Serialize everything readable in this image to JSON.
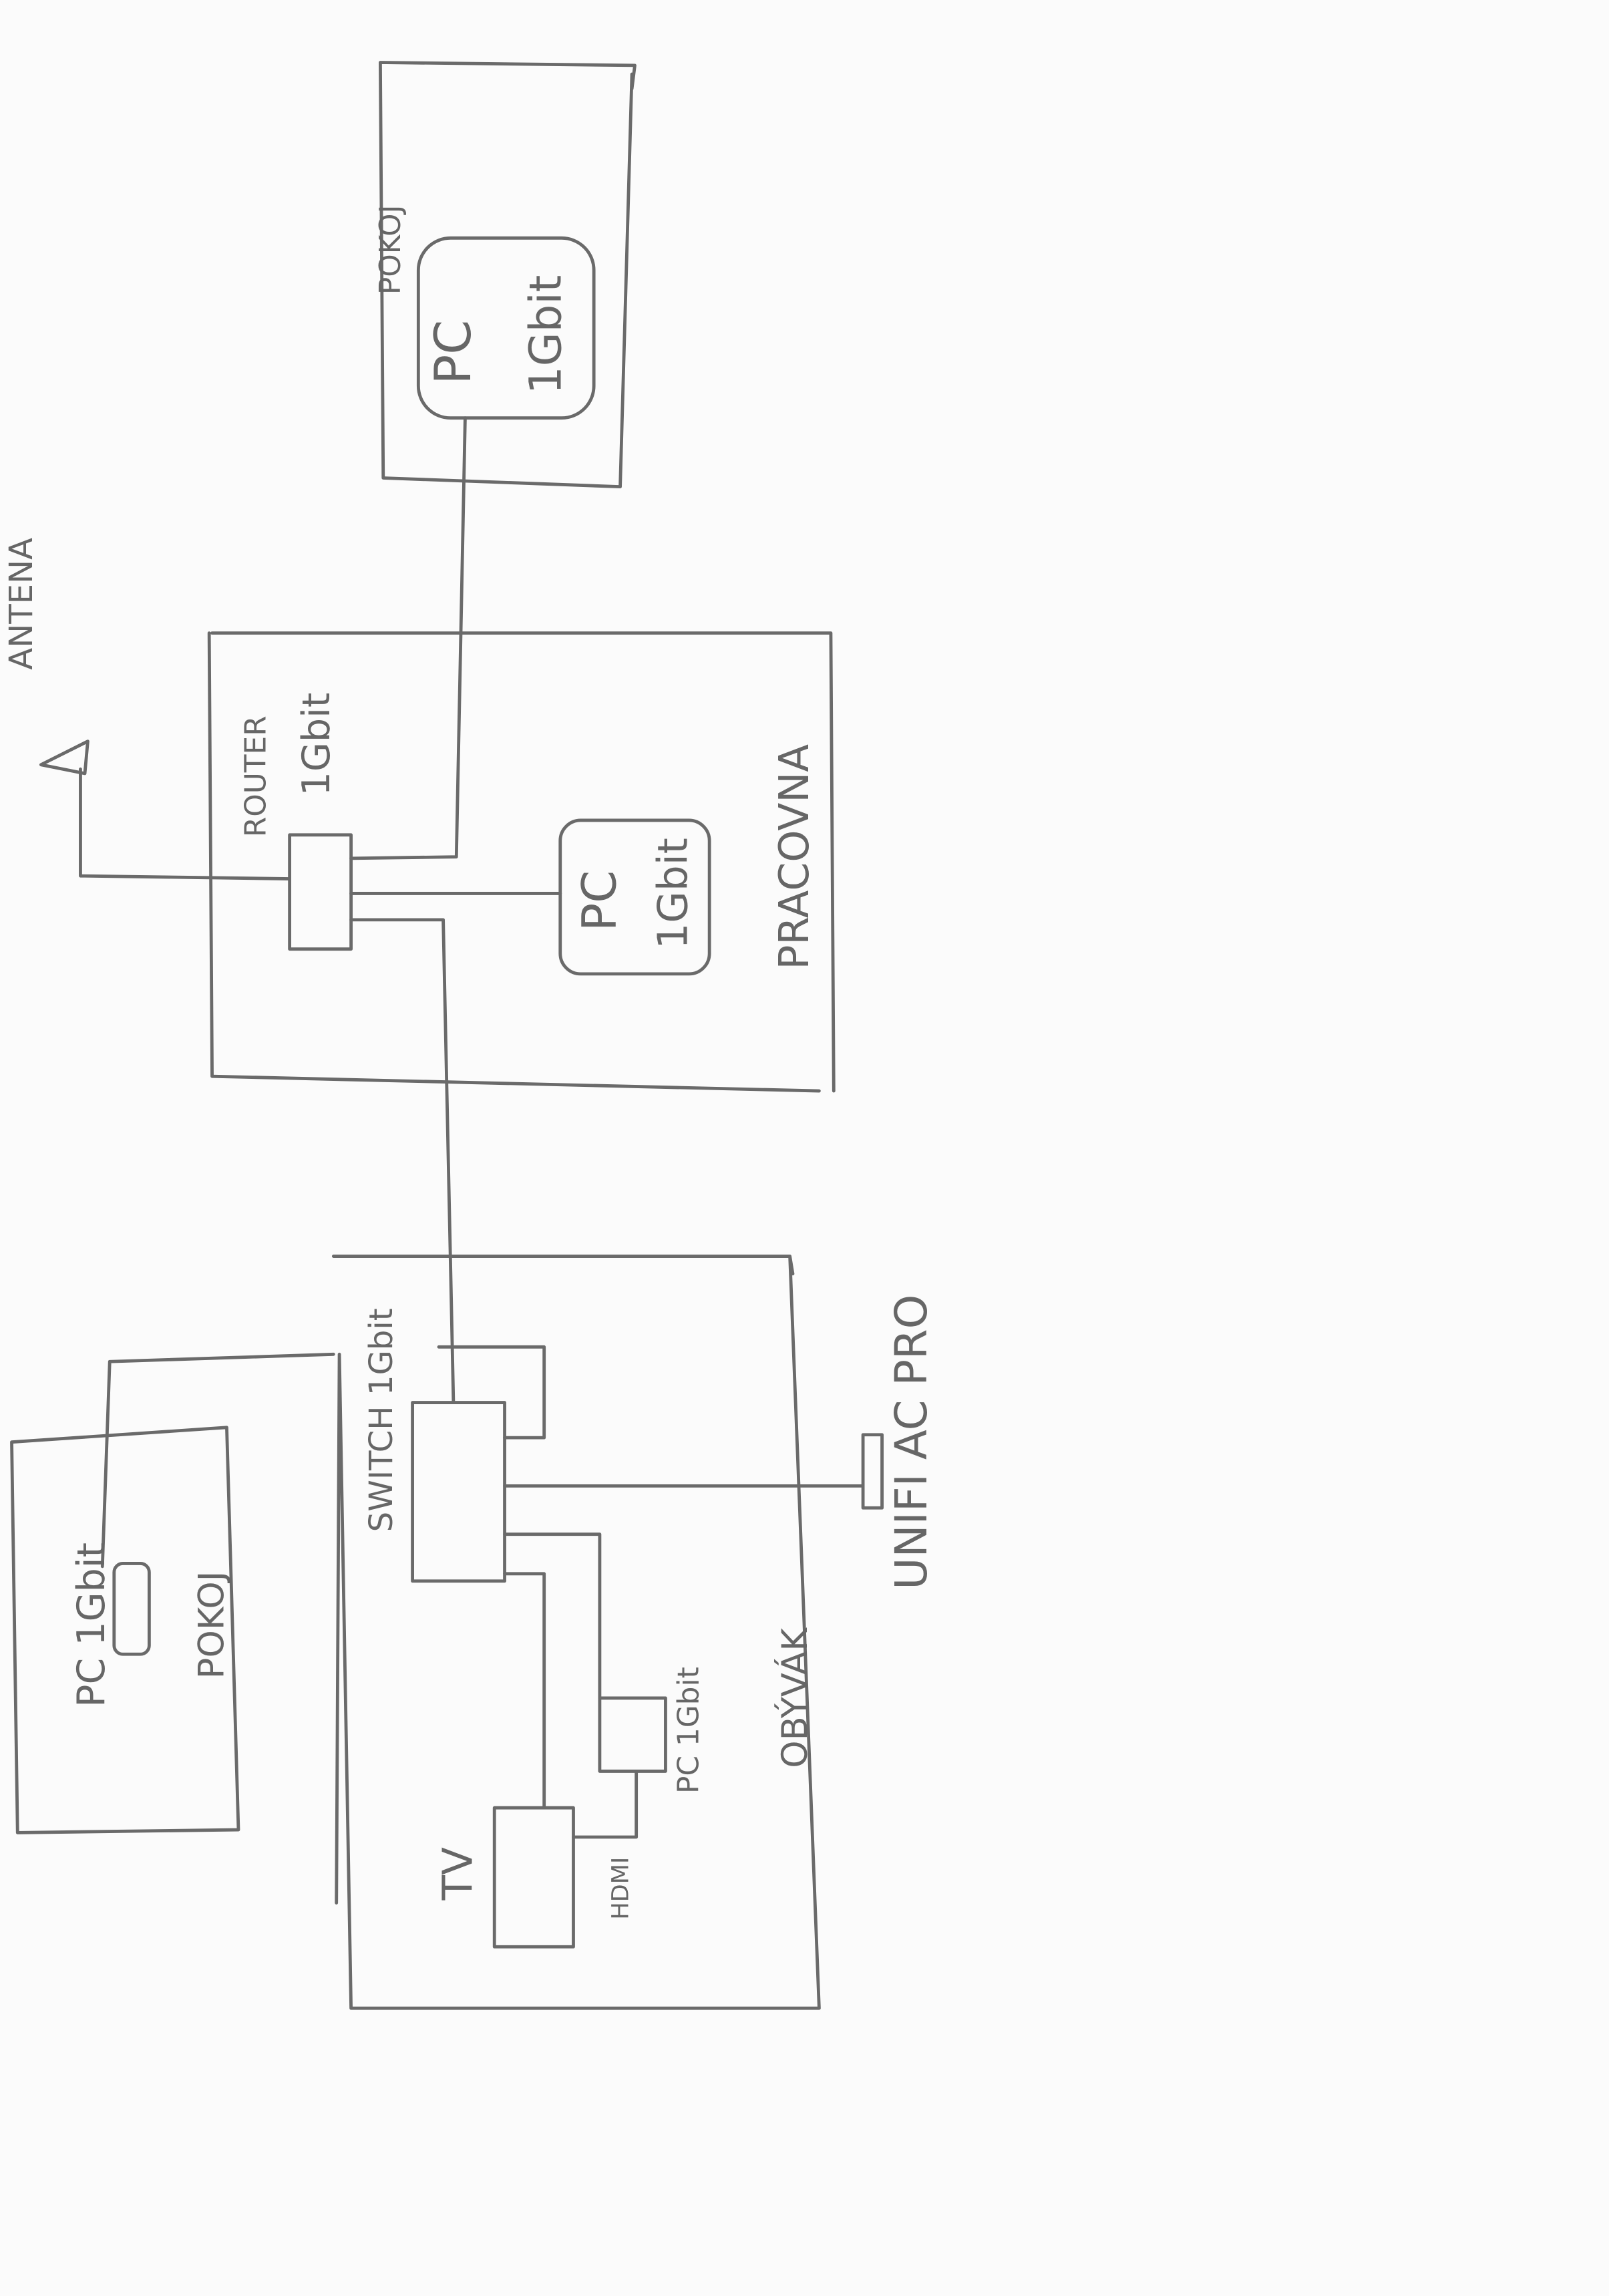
{
  "antenna": {
    "label": "ANTENA"
  },
  "room_pokoj_top": {
    "label": "POKOJ",
    "pc": {
      "name": "PC",
      "speed": "1Gbit"
    }
  },
  "room_pracovna": {
    "label": "PRACOVNA",
    "router": {
      "name": "ROUTER",
      "speed": "1Gbit"
    },
    "pc": {
      "name": "PC",
      "speed": "1Gbit"
    }
  },
  "room_obyvak": {
    "label": "OBÝVÁK",
    "switch": {
      "label": "SWITCH 1Gbit"
    },
    "access_point": {
      "label": "UNIFI AC PRO"
    },
    "tv": {
      "label": "TV"
    },
    "hdmi": {
      "label": "HDMI"
    },
    "pc": {
      "label": "PC 1Gbit"
    }
  },
  "room_pokoj_left": {
    "label": "POKOJ",
    "pc": {
      "label": "PC 1Gbit"
    }
  },
  "colors": {
    "ink": "#6a6a6a",
    "paper": "#fbfbfb"
  }
}
